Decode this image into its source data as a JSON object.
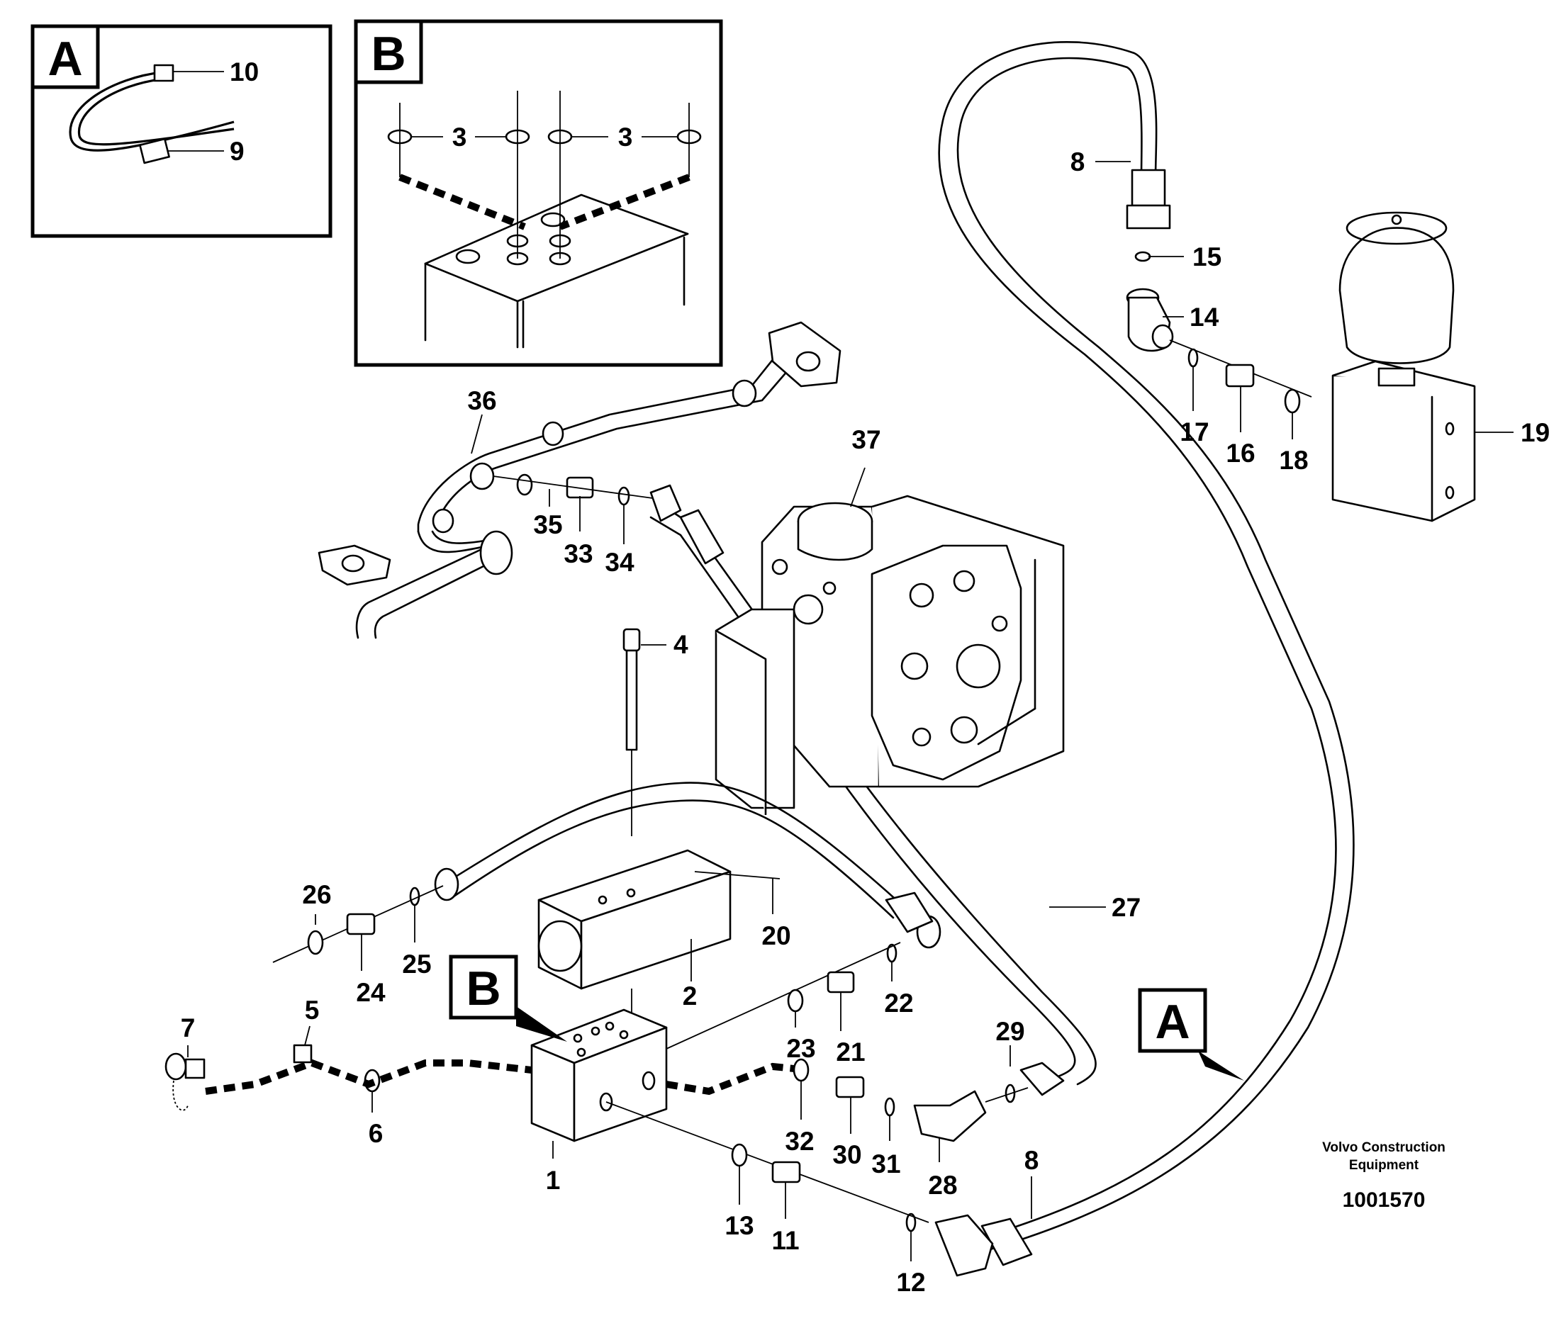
{
  "detail_a": {
    "letter": "A",
    "callouts": [
      "10",
      "9"
    ]
  },
  "detail_b": {
    "letter": "B",
    "callouts": [
      "3",
      "3"
    ]
  },
  "ref_markers": [
    "B",
    "A"
  ],
  "callouts": {
    "c1": "1",
    "c2": "2",
    "c4": "4",
    "c5": "5",
    "c6": "6",
    "c7": "7",
    "c8a": "8",
    "c8b": "8",
    "c11": "11",
    "c12": "12",
    "c13": "13",
    "c14": "14",
    "c15": "15",
    "c16": "16",
    "c17": "17",
    "c18": "18",
    "c19": "19",
    "c20": "20",
    "c21": "21",
    "c22": "22",
    "c23": "23",
    "c24": "24",
    "c25": "25",
    "c26": "26",
    "c27": "27",
    "c28": "28",
    "c29": "29",
    "c30": "30",
    "c31": "31",
    "c32": "32",
    "c33": "33",
    "c34": "34",
    "c35": "35",
    "c36": "36",
    "c37": "37"
  },
  "footer": {
    "company_line1": "Volvo Construction",
    "company_line2": "Equipment",
    "drawing_number": "1001570"
  }
}
